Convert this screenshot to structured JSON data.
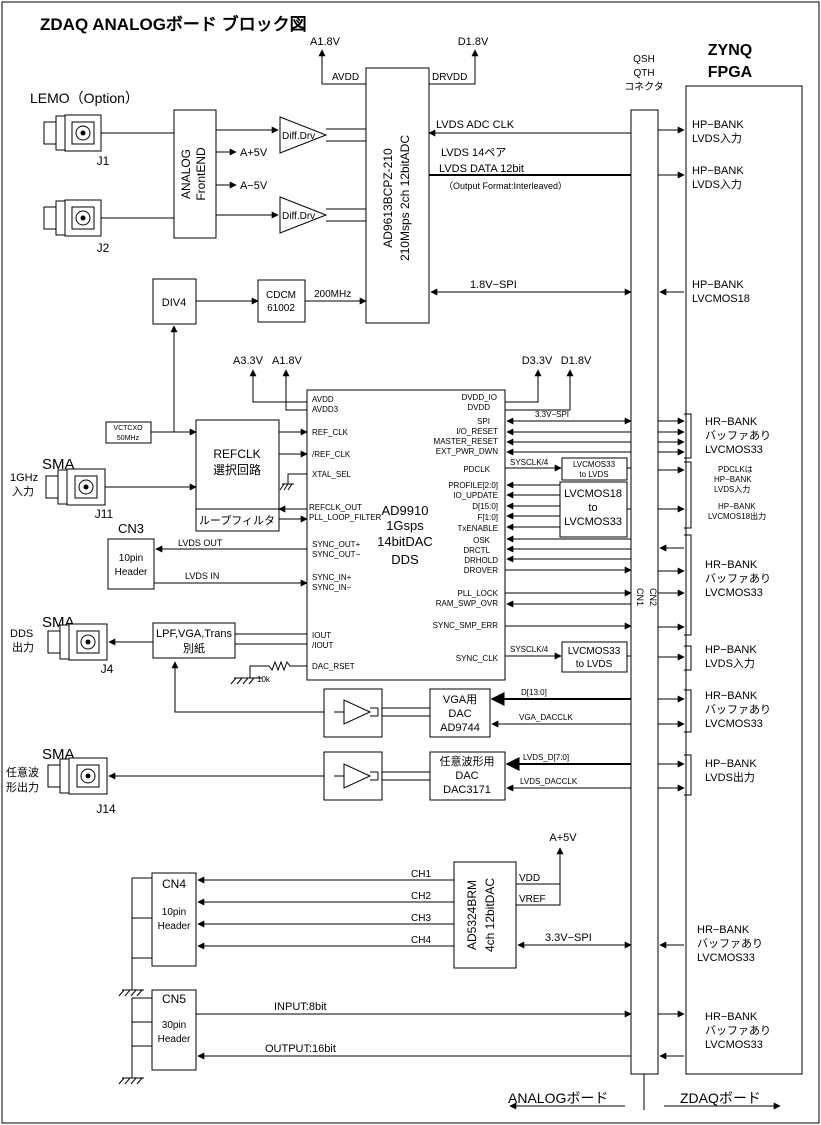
{
  "title": "ZDAQ  ANALOGボード  ブロック図",
  "fpga": {
    "line1": "ZYNQ",
    "line2": "FPGA"
  },
  "connector": {
    "line1": "QSH",
    "line2": "QTH",
    "line3": "コネクタ",
    "cn1": "CN1",
    "cn2": "CN2"
  },
  "power": {
    "a18": "A1.8V",
    "d18": "D1.8V",
    "a33": "A3.3V",
    "a18b": "A1.8V",
    "d33": "D3.3V",
    "d18b": "D1.8V",
    "a5v": "A+5V"
  },
  "lemo": {
    "title": "LEMO（Option）",
    "j1": "J1",
    "j2": "J2"
  },
  "frontend": {
    "line1": "ANALOG",
    "line2": "FrontEND"
  },
  "rails": {
    "pos": "A+5V",
    "neg": "A−5V"
  },
  "diff": {
    "d1": "Diff.Drv",
    "d2": "Diff.Drv"
  },
  "adc": {
    "line1": "AD9613BCPZ-210",
    "line2": "210Msps 2ch 12bitADC",
    "avdd": "AVDD",
    "drvdd": "DRVDD",
    "clk": "LVDS ADC CLK",
    "pairs": "LVDS  14ペア",
    "data": "LVDS DATA 12bit",
    "format": "（Output Format:Interleaved）",
    "spi": "1.8V−SPI"
  },
  "div4": "DIV4",
  "cdcm": {
    "line1": "CDCM",
    "line2": "61002",
    "freq": "200MHz"
  },
  "vctcxo": {
    "line1": "VCTCXO",
    "line2": "50MHz"
  },
  "sma1": {
    "title": "SMA",
    "in1": "1GHz",
    "in2": "入力",
    "j": "J11"
  },
  "refclk": {
    "line1": "REFCLK",
    "line2": "選択回路",
    "loop": "ループフィルタ"
  },
  "cn3": {
    "title": "CN3",
    "line1": "10pin",
    "line2": "Header",
    "out": "LVDS OUT",
    "in": "LVDS IN"
  },
  "dds": {
    "line1": "AD9910",
    "line2": "1Gsps",
    "line3": "14bitDAC",
    "line4": "DDS",
    "left_pins": [
      "AVDD",
      "AVDD3",
      "REF_CLK",
      "/REF_CLK",
      "XTAL_SEL",
      "REFCLK_OUT",
      "PLL_LOOP_FILTER",
      "SYNC_OUT+",
      "SYNC_OUT−",
      "SYNC_IN+",
      "SYNC_IN−",
      "IOUT",
      "/IOUT",
      "DAC_RSET"
    ],
    "right_pins": [
      "DVDD_IO",
      "DVDD",
      "SPI",
      "I/O_RESET",
      "MASTER_RESET",
      "EXT_PWR_DWN",
      "PDCLK",
      "PROFILE[2:0]",
      "IO_UPDATE",
      "D[15:0]",
      "F[1:0]",
      "TxENABLE",
      "OSK",
      "DRCTL",
      "DRHOLD",
      "DROVER",
      "PLL_LOCK",
      "RAM_SWP_OVR",
      "SYNC_SMP_ERR",
      "SYNC_CLK"
    ],
    "spi": "3.3V−SPI",
    "sysclk": "SYSCLK/4",
    "resistor": "10k"
  },
  "conv1": {
    "line1": "LVCMOS33",
    "line2": "to  LVDS"
  },
  "conv2": {
    "line1": "LVCMOS18",
    "line2": "to",
    "line3": "LVCMOS33"
  },
  "conv3": {
    "line1": "LVCMOS33",
    "line2": "to  LVDS"
  },
  "sysclk2": "SYSCLK/4",
  "sma2": {
    "title": "SMA",
    "out1": "DDS",
    "out2": "出力",
    "j": "J4"
  },
  "lpf": {
    "line1": "LPF,VGA,Trans",
    "line2": "別紙"
  },
  "vga_dac": {
    "line1": "VGA用",
    "line2": "DAC",
    "line3": "AD9744",
    "bus": "D[13:0]",
    "clk": "VGA_DACCLK"
  },
  "sma3": {
    "title": "SMA",
    "out1": "任意波",
    "out2": "形出力",
    "j": "J14"
  },
  "awg_dac": {
    "line1": "任意波形用",
    "line2": "DAC",
    "line3": "DAC3171",
    "bus": "LVDS_D[7:0]",
    "clk": "LVDS_DACCLK"
  },
  "cn4": {
    "title": "CN4",
    "line1": "10pin",
    "line2": "Header",
    "ch": [
      "CH1",
      "CH2",
      "CH3",
      "CH4"
    ]
  },
  "ad5324": {
    "line1": "AD5324BRM",
    "line2": "4ch 12bitDAC",
    "vdd": "VDD",
    "vref": "VREF",
    "spi": "3.3V−SPI"
  },
  "cn5": {
    "title": "CN5",
    "line1": "30pin",
    "line2": "Header",
    "input": "INPUT:8bit",
    "output": "OUTPUT:16bit"
  },
  "banks": {
    "b1": [
      "HP−BANK",
      "LVDS入力"
    ],
    "b2": [
      "HP−BANK",
      "LVDS入力"
    ],
    "b3": [
      "HP−BANK",
      "LVCMOS18"
    ],
    "b4": [
      "HR−BANK",
      "バッファあり",
      "LVCMOS33"
    ],
    "b5": [
      "PDCLKは",
      "HP−BANK",
      "LVDS入力",
      "HP−BANK",
      "LVCMOS18出力"
    ],
    "b6": [
      "HR−BANK",
      "バッファあり",
      "LVCMOS33"
    ],
    "b7": [
      "HP−BANK",
      "LVDS入力"
    ],
    "b8": [
      "HR−BANK",
      "バッファあり",
      "LVCMOS33"
    ],
    "b9": [
      "HP−BANK",
      "LVDS出力"
    ],
    "b10": [
      "HR−BANK",
      "バッファあり",
      "LVCMOS33"
    ],
    "b11": [
      "HR−BANK",
      "バッファあり",
      "LVCMOS33"
    ]
  },
  "footer": {
    "analog": "ANALOGボード",
    "zdaq": "ZDAQボード"
  }
}
